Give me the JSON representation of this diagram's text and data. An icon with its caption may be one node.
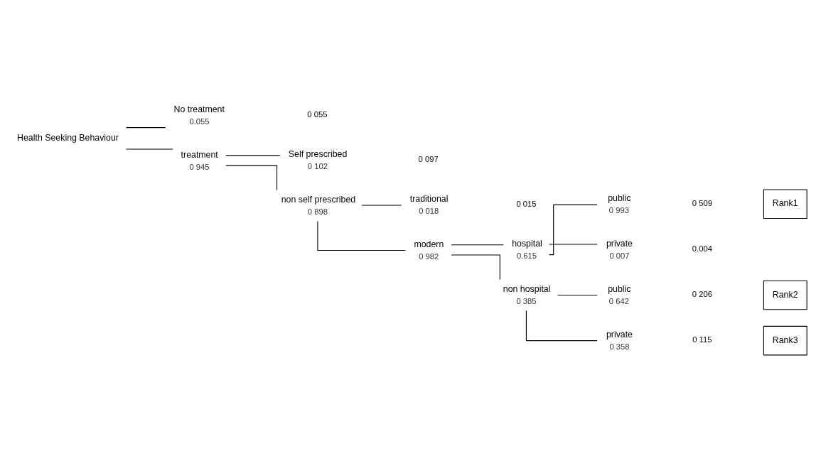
{
  "diagram": {
    "nodes": [
      {
        "text": [
          "Health Seeking Behaviour"
        ]
      },
      {
        "text": [
          "No treatment",
          "0.055"
        ]
      },
      {
        "text": [
          "treatment",
          "0 945"
        ]
      },
      {
        "text": [
          "Self prescribed",
          "0 102"
        ]
      },
      {
        "text": [
          "non self prescribed",
          "0 898"
        ]
      },
      {
        "text": [
          "traditional",
          "0 018"
        ]
      },
      {
        "text": [
          "modern",
          "0 982"
        ]
      },
      {
        "text": [
          "hospital",
          "0.615"
        ]
      },
      {
        "text": [
          "public",
          "0 993"
        ]
      },
      {
        "text": [
          "Rank1"
        ]
      },
      {
        "text": [
          "private",
          "0 007"
        ]
      },
      {
        "text": [
          "non hospital",
          "0 385"
        ]
      },
      {
        "text": [
          "public",
          "0 642"
        ]
      },
      {
        "text": [
          "Rank2"
        ]
      },
      {
        "text": [
          "private",
          "0 358"
        ]
      },
      {
        "text": [
          "Rank3"
        ]
      }
    ],
    "edges": [
      {
        "from": 0,
        "to": 1,
        "arrow": "none"
      },
      {
        "from": 0,
        "to": 2,
        "arrow": "none"
      },
      {
        "from": 2,
        "to": 3,
        "arrow": "none"
      },
      {
        "from": 2,
        "to": 4,
        "arrow": "none"
      },
      {
        "from": 4,
        "to": 5,
        "arrow": "none"
      },
      {
        "from": 4,
        "to": 6,
        "arrow": "none"
      },
      {
        "from": 6,
        "to": 7,
        "arrow": "none"
      },
      {
        "from": 6,
        "to": 11,
        "arrow": "none"
      },
      {
        "from": 7,
        "to": 8,
        "arrow": "none"
      },
      {
        "from": 7,
        "to": 10,
        "arrow": "none"
      },
      {
        "from": 11,
        "to": 12,
        "arrow": "none"
      },
      {
        "from": 11,
        "to": 14,
        "arrow": "none"
      }
    ],
    "labels": [
      "0 055",
      "0 097",
      "0 015",
      "0 509",
      "0.004",
      "0 206",
      "0 115"
    ]
  }
}
